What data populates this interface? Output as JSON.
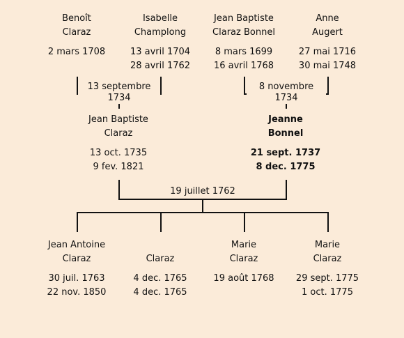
{
  "grandparents": [
    {
      "first": "Benoît",
      "last": "Claraz",
      "birth": "2 mars 1708",
      "death": ""
    },
    {
      "first": "Isabelle",
      "last": "Champlong",
      "birth": "13 avril 1704",
      "death": "28 avril 1762"
    },
    {
      "first": "Jean Baptiste",
      "last": "Claraz Bonnel",
      "birth": "8 mars 1699",
      "death": "16 avril 1768"
    },
    {
      "first": "Anne",
      "last": "Augert",
      "birth": "27 mai 1716",
      "death": "30 mai 1748"
    }
  ],
  "grandparent_marriages": [
    "13 septembre 1734",
    "8 novembre 1734"
  ],
  "parents": [
    {
      "first": "Jean Baptiste",
      "last": "Claraz",
      "birth": "13 oct. 1735",
      "death": "9 fev. 1821",
      "highlight": false
    },
    {
      "first": "Jeanne",
      "last": "Bonnel",
      "birth": "21 sept. 1737",
      "death": "8 dec. 1775",
      "highlight": true
    }
  ],
  "parent_marriage": "19 juillet 1762",
  "children": [
    {
      "first": "Jean Antoine",
      "last": "Claraz",
      "birth": "30 juil. 1763",
      "death": "22 nov. 1850"
    },
    {
      "first": "",
      "last": "Claraz",
      "birth": "4 dec. 1765",
      "death": "4 dec. 1765"
    },
    {
      "first": "Marie",
      "last": "Claraz",
      "birth": "19 août 1768",
      "death": ""
    },
    {
      "first": "Marie",
      "last": "Claraz",
      "birth": "29 sept. 1775",
      "death": "1 oct. 1775"
    }
  ],
  "colors": {
    "background": "#fbebd9",
    "line": "#111111"
  }
}
